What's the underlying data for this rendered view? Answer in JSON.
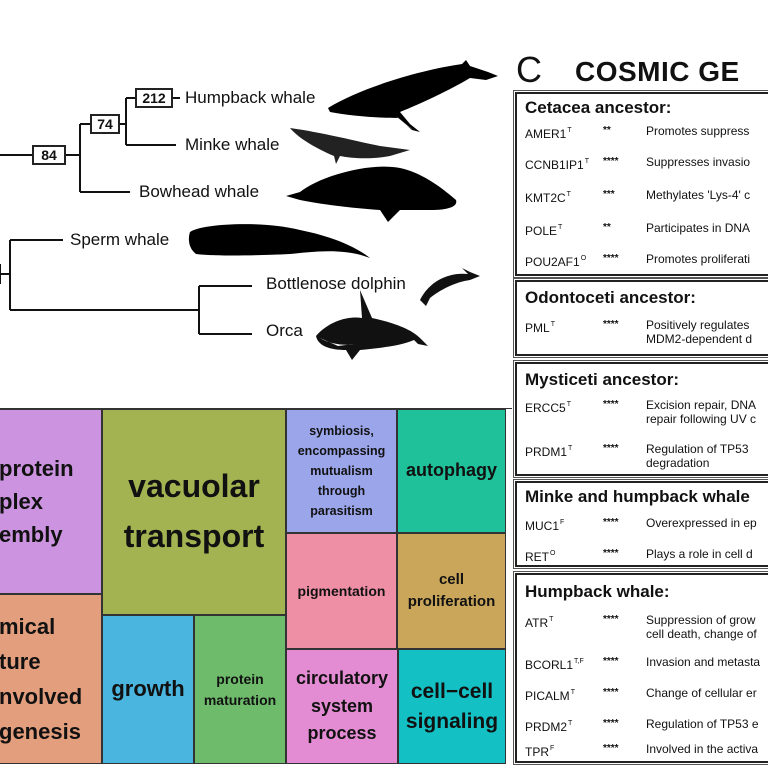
{
  "tree": {
    "leaves": {
      "humpback": "Humpback whale",
      "minke": "Minke whale",
      "bowhead": "Bowhead whale",
      "sperm": "Sperm whale",
      "dolphin": "Bottlenose dolphin",
      "orca": "Orca"
    },
    "node_labels": {
      "humpback_branch": "212",
      "minke_humpback": "74",
      "mysticeti": "84"
    }
  },
  "panel_c": {
    "letter": "C",
    "title": "COSMIC GE",
    "groups": [
      {
        "title": "Cetacea ancestor:",
        "rows": [
          {
            "gene": "AMER1",
            "sup": "T",
            "stars": "**",
            "desc": [
              "Promotes suppress"
            ]
          },
          {
            "gene": "CCNB1IP1",
            "sup": "T",
            "stars": "****",
            "desc": [
              "Suppresses invasio"
            ]
          },
          {
            "gene": "KMT2C",
            "sup": "T",
            "stars": "***",
            "desc": [
              "Methylates 'Lys-4' c"
            ]
          },
          {
            "gene": "POLE",
            "sup": "T",
            "stars": "**",
            "desc": [
              "Participates in DNA"
            ]
          },
          {
            "gene": "POU2AF1",
            "sup": "O",
            "stars": "****",
            "desc": [
              "Promotes proliferati"
            ]
          }
        ]
      },
      {
        "title": "Odontoceti ancestor:",
        "rows": [
          {
            "gene": "PML",
            "sup": "T",
            "stars": "****",
            "desc": [
              "Positively regulates",
              "MDM2-dependent d"
            ]
          }
        ]
      },
      {
        "title": "Mysticeti ancestor:",
        "rows": [
          {
            "gene": "ERCC5",
            "sup": "T",
            "stars": "****",
            "desc": [
              "Excision repair, DNA",
              "repair following UV c"
            ]
          },
          {
            "gene": "PRDM1",
            "sup": "T",
            "stars": "****",
            "desc": [
              "Regulation of TP53",
              "degradation"
            ]
          }
        ]
      },
      {
        "title": "Minke and humpback whale",
        "rows": [
          {
            "gene": "MUC1",
            "sup": "F",
            "stars": "****",
            "desc": [
              "Overexpressed in ep"
            ]
          },
          {
            "gene": "RET",
            "sup": "O",
            "stars": "****",
            "desc": [
              "Plays a role in cell d"
            ]
          }
        ]
      },
      {
        "title": "Humpback whale:",
        "rows": [
          {
            "gene": "ATR",
            "sup": "T",
            "stars": "****",
            "desc": [
              "Suppression of grow",
              "cell death, change of"
            ]
          },
          {
            "gene": "BCORL1",
            "sup": "T,F",
            "stars": "****",
            "desc": [
              "Invasion and metasta"
            ]
          },
          {
            "gene": "PICALM",
            "sup": "T",
            "stars": "****",
            "desc": [
              "Change of cellular er"
            ]
          },
          {
            "gene": "PRDM2",
            "sup": "T",
            "stars": "****",
            "desc": [
              "Regulation of TP53 e"
            ]
          },
          {
            "gene": "TPR",
            "sup": "F",
            "stars": "****",
            "desc": [
              "Involved in the activa"
            ]
          }
        ]
      }
    ]
  },
  "treemap": {
    "tiles": [
      {
        "id": "protein-complex-assembly",
        "label": "protein\nplex\nembly",
        "full_label": "...protein complex assembly",
        "color": "#cc94e0"
      },
      {
        "id": "anatomical-structure",
        "label": "mical\nture\nnvolved\ngenesis",
        "color": "#e39e7e"
      },
      {
        "id": "vacuolar-transport",
        "label": "vacuolar\ntransport",
        "color": "#a4b351"
      },
      {
        "id": "growth",
        "label": "growth",
        "color": "#4ab6e0"
      },
      {
        "id": "protein-maturation",
        "label": "protein\nmaturation",
        "color": "#6fbb6c"
      },
      {
        "id": "symbiosis",
        "label": "symbiosis,\nencompassing\nmutualism\nthrough\nparasitism",
        "color": "#9aa5ea"
      },
      {
        "id": "autophagy",
        "label": "autophagy",
        "color": "#1fc19a"
      },
      {
        "id": "pigmentation",
        "label": "pigmentation",
        "color": "#ee8fa6"
      },
      {
        "id": "cell-proliferation",
        "label": "cell\nproliferation",
        "color": "#c9a65a"
      },
      {
        "id": "circulatory-system-process",
        "label": "circulatory\nsystem\nprocess",
        "color": "#e48cd3"
      },
      {
        "id": "cell-cell-signaling",
        "label": "cell−cell\nsignaling",
        "color": "#13c0c4"
      }
    ]
  }
}
